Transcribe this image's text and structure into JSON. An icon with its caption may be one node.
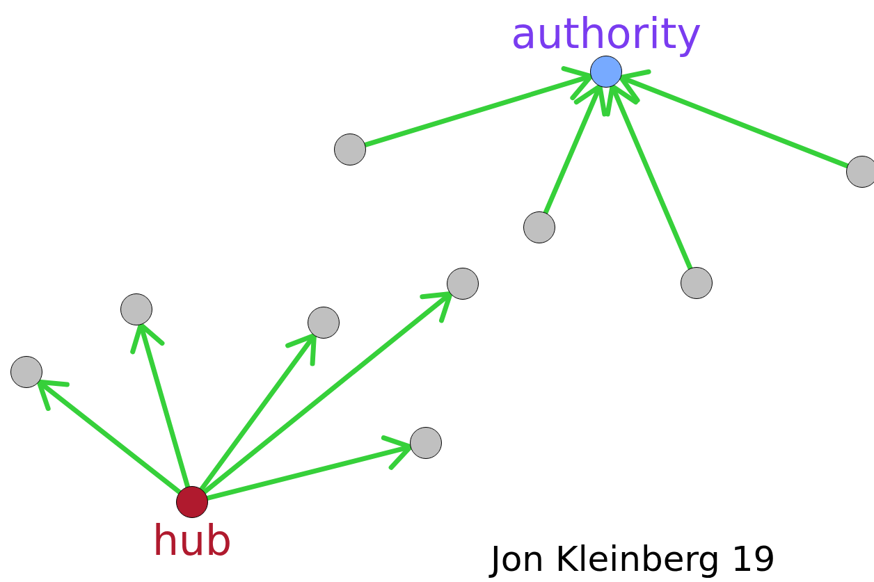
{
  "diagram": {
    "nodes": [
      {
        "text": [
          "authority"
        ]
      },
      {
        "text": [],
        "shape": "circle"
      },
      {
        "text": [],
        "shape": "circle"
      },
      {
        "text": [],
        "shape": "circle"
      },
      {
        "text": [],
        "shape": "circle"
      },
      {
        "text": [],
        "shape": "circle"
      },
      {
        "text": [],
        "shape": "circle"
      },
      {
        "text": [],
        "shape": "circle"
      },
      {
        "text": [],
        "shape": "circle"
      },
      {
        "text": [],
        "shape": "circle"
      },
      {
        "text": [
          "hub"
        ]
      }
    ],
    "edges": [
      {
        "from": 1,
        "to": 0,
        "arrow": "to"
      },
      {
        "from": 3,
        "to": 0,
        "arrow": "to"
      },
      {
        "from": 4,
        "to": 0,
        "arrow": "to"
      },
      {
        "from": 2,
        "to": 0,
        "arrow": "to"
      },
      {
        "from": 10,
        "to": 5,
        "arrow": "to"
      },
      {
        "from": 10,
        "to": 6,
        "arrow": "to"
      },
      {
        "from": 10,
        "to": 7,
        "arrow": "to"
      },
      {
        "from": 10,
        "to": 8,
        "arrow": "to"
      },
      {
        "from": 10,
        "to": 9,
        "arrow": "to"
      }
    ],
    "labels": [
      "Jon Kleinberg 19"
    ]
  }
}
